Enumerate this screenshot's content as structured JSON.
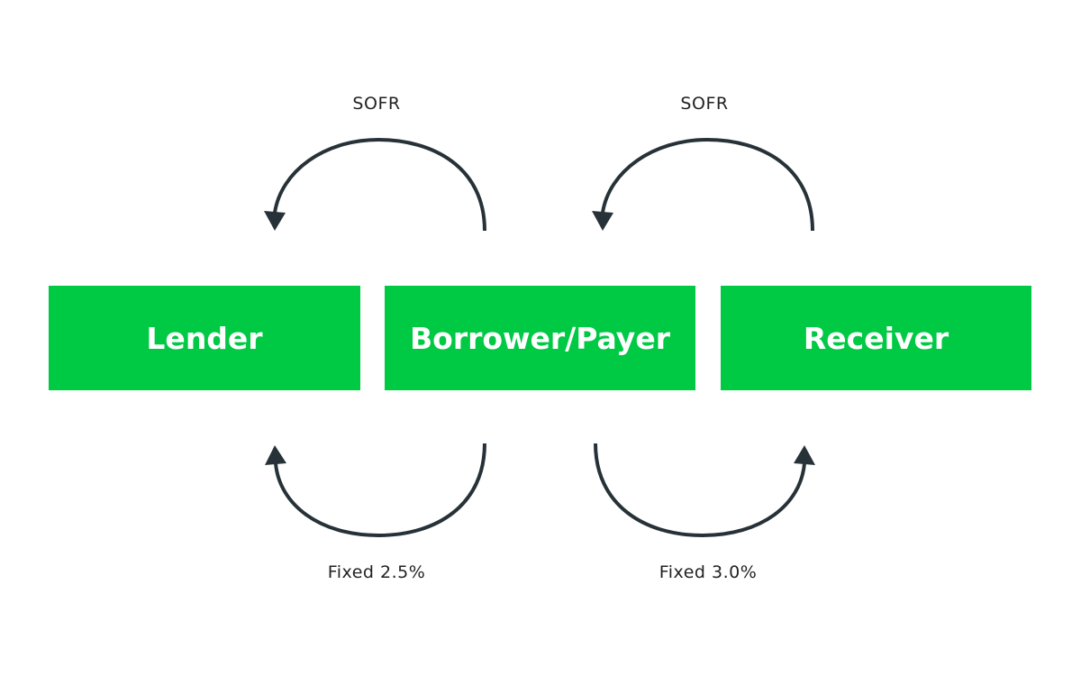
{
  "nodes": {
    "lender": "Lender",
    "borrower": "Borrower/Payer",
    "receiver": "Receiver"
  },
  "flows": {
    "sofr_to_lender": "SOFR",
    "sofr_to_borrower": "SOFR",
    "fixed_from_borrower_to_lender": "Fixed 2.5%",
    "fixed_from_borrower_to_receiver": "Fixed 3.0%"
  },
  "colors": {
    "box_fill": "#00c944",
    "box_text": "#ffffff",
    "arrow": "#263238",
    "label_text": "#222222"
  },
  "icons": {
    "top_left_arrow": "curved-arrow-left-icon",
    "top_right_arrow": "curved-arrow-left-icon",
    "bottom_left_arrow": "curved-arrow-up-left-icon",
    "bottom_right_arrow": "curved-arrow-up-right-icon"
  }
}
